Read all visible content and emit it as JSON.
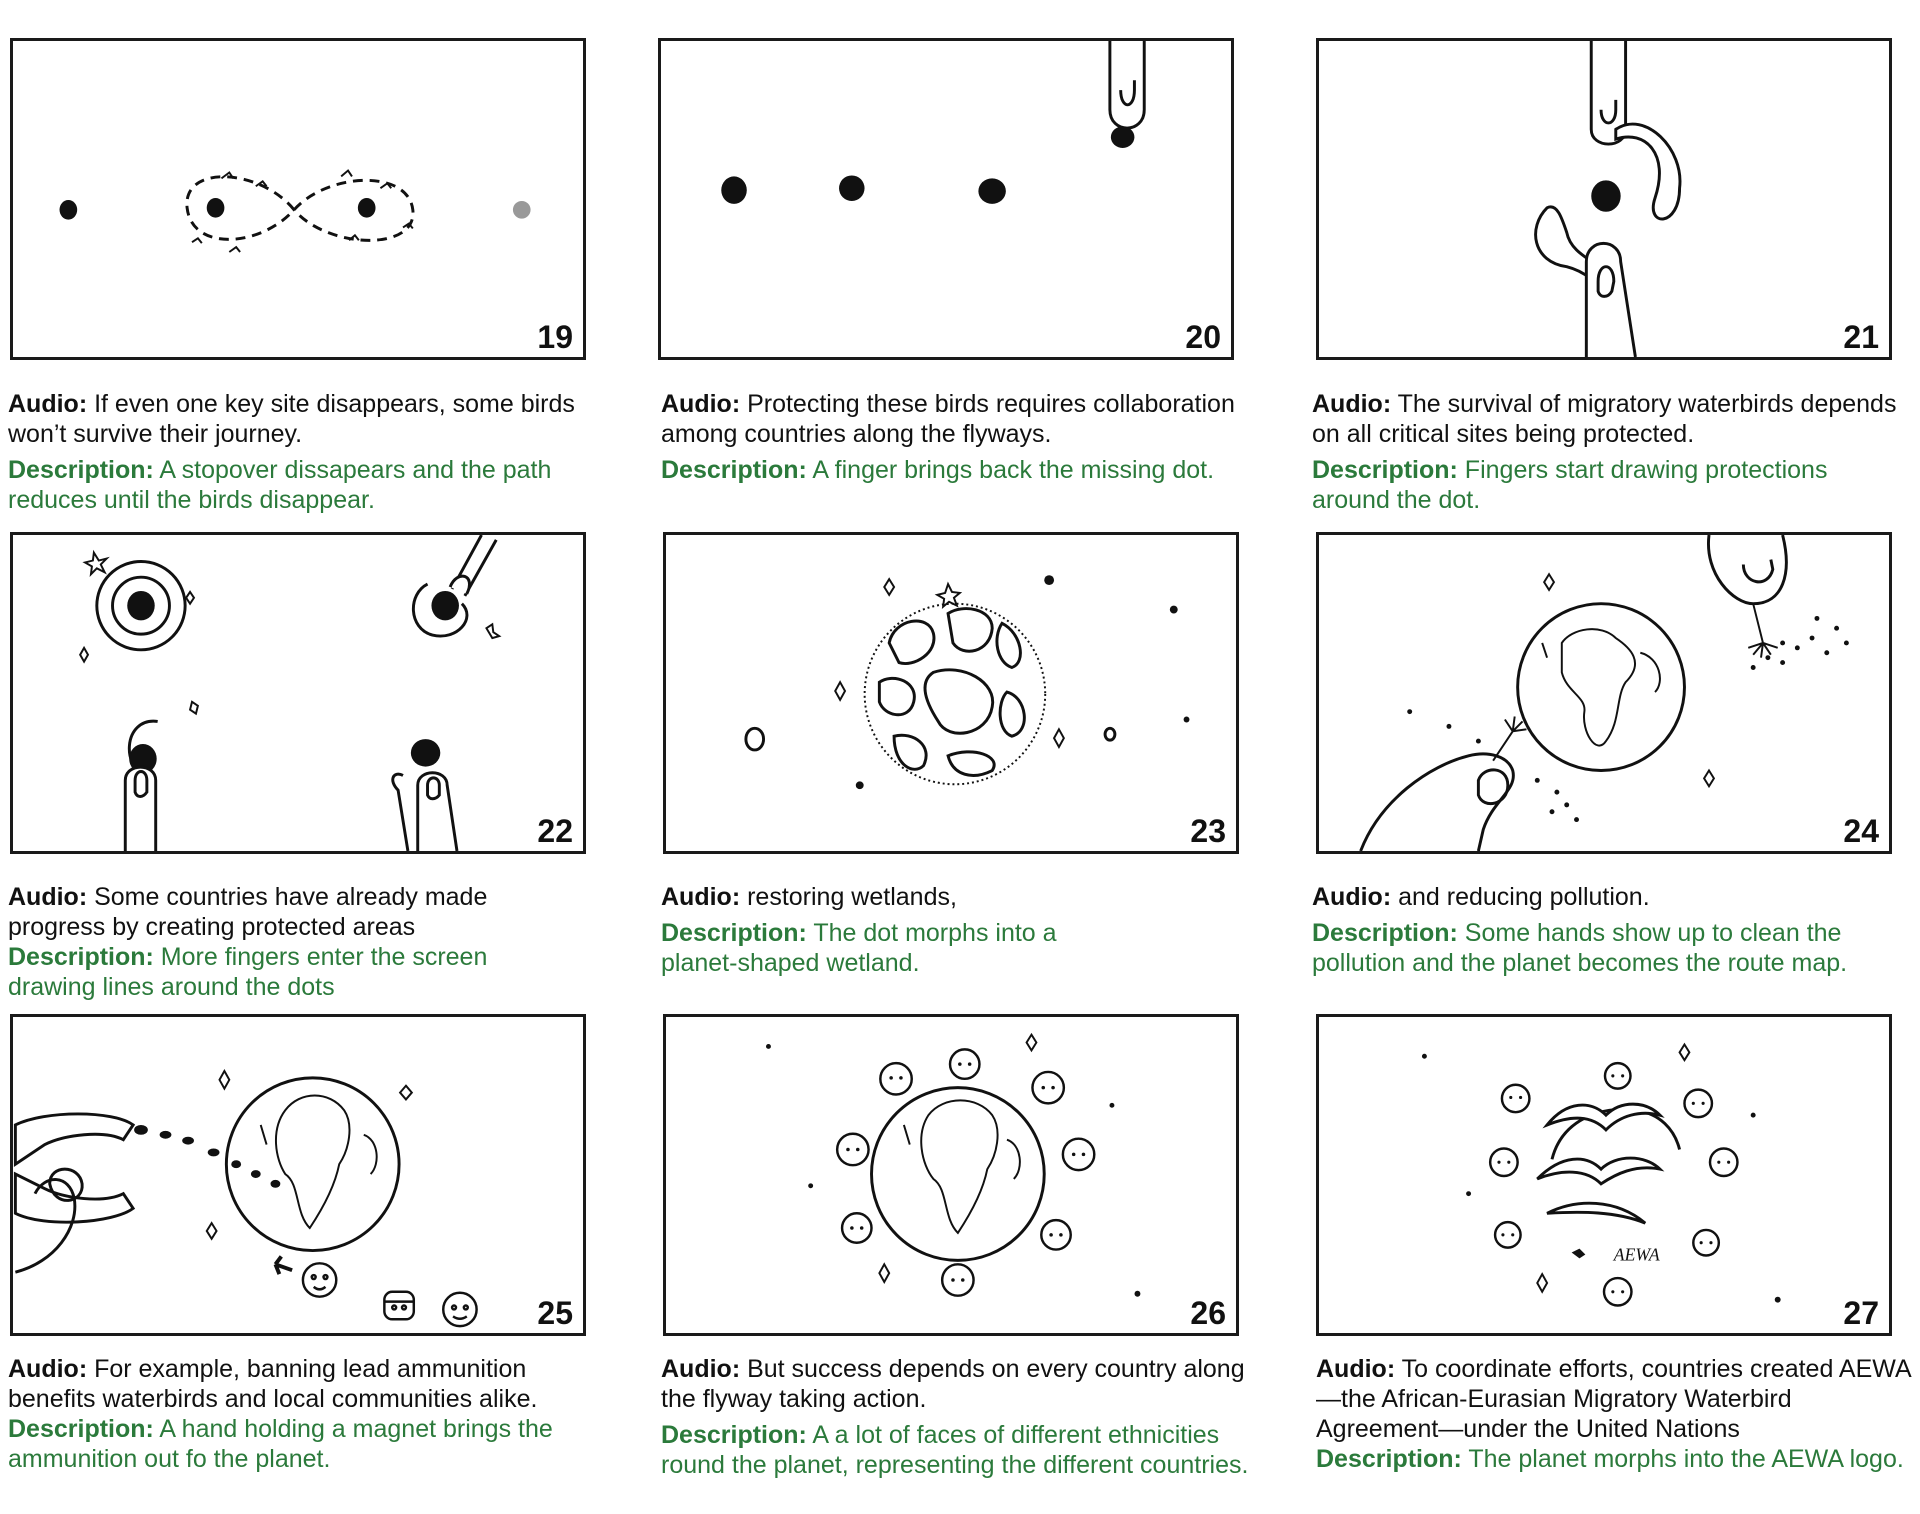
{
  "panels": [
    {
      "number": "19",
      "audio_label": "Audio:",
      "audio": " If even one key site disappears, some birds won’t survive their journey.",
      "desc_label": "Description:",
      "desc": " A stopover dissapears and the path reduces until the birds disappear."
    },
    {
      "number": "20",
      "audio_label": "Audio:",
      "audio": " Protecting these birds requires collaboration among countries along the flyways.",
      "desc_label": "Description:",
      "desc": " A  finger brings back the missing dot."
    },
    {
      "number": "21",
      "audio_label": "Audio:",
      "audio": " The survival of migratory waterbirds depends on all critical sites being protected.",
      "desc_label": "Description:",
      "desc": " Fingers start drawing protections around the dot."
    },
    {
      "number": "22",
      "audio_label": "Audio:",
      "audio": " Some countries have already made progress by creating protected areas",
      "desc_label": "Description:",
      "desc": " More fingers enter the screen drawing lines around the dots"
    },
    {
      "number": "23",
      "audio_label": "Audio:",
      "audio": "  restoring wetlands,",
      "desc_label": "Description:",
      "desc": " The dot morphs into a planet-shaped wetland."
    },
    {
      "number": "24",
      "audio_label": "Audio:",
      "audio": " and reducing pollution.",
      "desc_label": "Description:",
      "desc": " Some hands show up to clean the pollution and the planet becomes the route map."
    },
    {
      "number": "25",
      "audio_label": "Audio:",
      "audio": " For example, banning lead ammunition benefits waterbirds and local communities alike.",
      "desc_label": "Description:",
      "desc": " A hand holding a magnet brings the ammunition out fo the planet."
    },
    {
      "number": "26",
      "audio_label": "Audio:",
      "audio": " But success depends on every country along the flyway taking action.",
      "desc_label": "Description:",
      "desc": " A a lot of faces of different ethnicities round the planet, representing the different countries."
    },
    {
      "number": "27",
      "audio_label": "Audio:",
      "audio": " To coordinate efforts, countries created AEWA—the African-Eurasian Migratory Waterbird Agreement—under the United Nations",
      "desc_label": "Description:",
      "desc": " The planet morphs into the AEWA logo."
    }
  ],
  "logo_text": "AEWA",
  "colors": {
    "description_text": "#2b7a3b",
    "ink": "#111111",
    "grey_dot": "#999999"
  }
}
